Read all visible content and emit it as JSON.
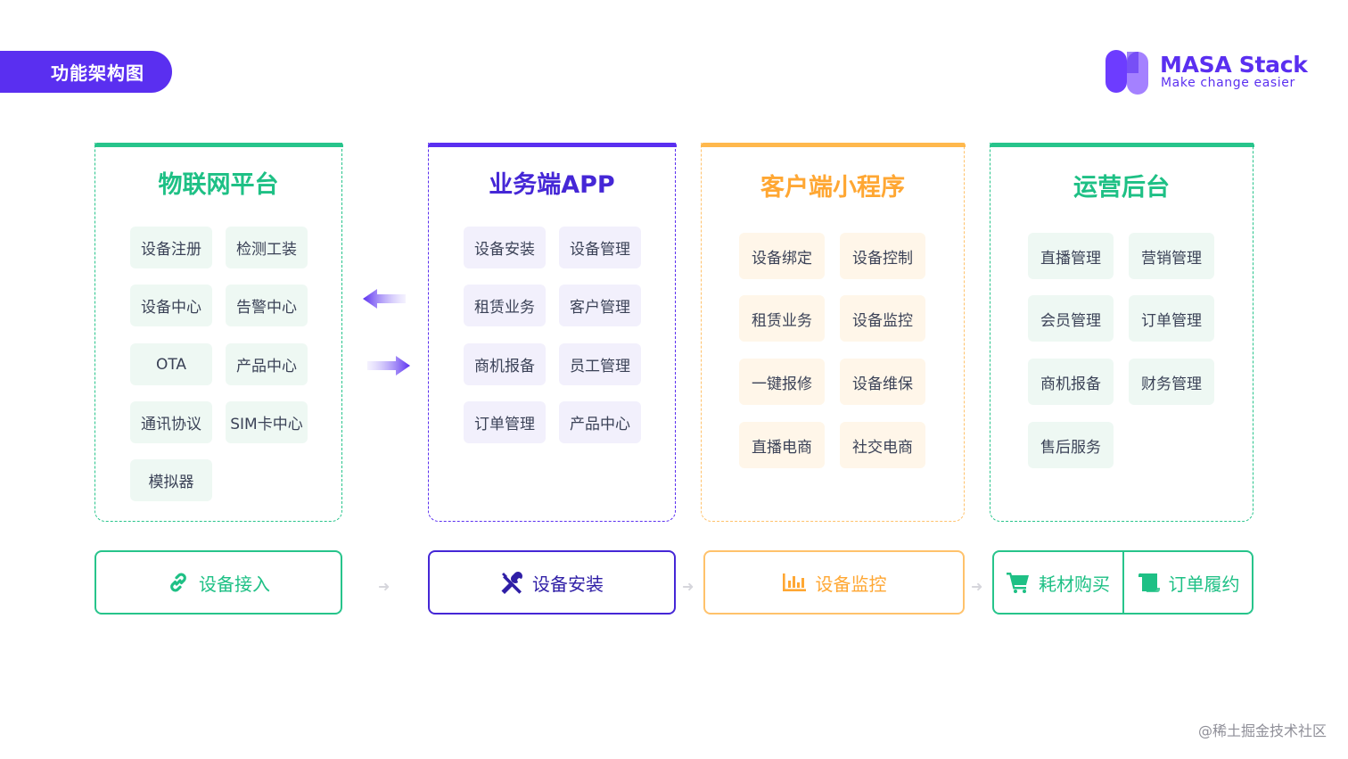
{
  "header": {
    "title": "功能架构图"
  },
  "logo": {
    "name": "MASA Stack",
    "slogan": "Make change easier"
  },
  "colors": {
    "brand": "#5a2ff0",
    "green": "#27c48b",
    "orange": "#ffb84d"
  },
  "panels": [
    {
      "title": "物联网平台",
      "items": [
        "设备注册",
        "检测工装",
        "设备中心",
        "告警中心",
        "OTA",
        "产品中心",
        "通讯协议",
        "SIM卡中心",
        "模拟器"
      ]
    },
    {
      "title": "业务端APP",
      "items": [
        "设备安装",
        "设备管理",
        "租赁业务",
        "客户管理",
        "商机报备",
        "员工管理",
        "订单管理",
        "产品中心"
      ]
    },
    {
      "title": "客户端小程序",
      "items": [
        "设备绑定",
        "设备控制",
        "租赁业务",
        "设备监控",
        "一键报修",
        "设备维保",
        "直播电商",
        "社交电商"
      ]
    },
    {
      "title": "运营后台",
      "items": [
        "直播管理",
        "营销管理",
        "会员管理",
        "订单管理",
        "商机报备",
        "财务管理",
        "售后服务"
      ]
    }
  ],
  "flow": {
    "step1": {
      "label": "设备接入",
      "icon": "link-icon"
    },
    "step2": {
      "label": "设备安装",
      "icon": "tools-icon"
    },
    "step3": {
      "label": "设备监控",
      "icon": "bar-chart-icon"
    },
    "step4a": {
      "label": "耗材购买",
      "icon": "cart-icon"
    },
    "step4b": {
      "label": "订单履约",
      "icon": "scroll-icon"
    },
    "arrow": "➜"
  },
  "watermark": "@稀土掘金技术社区"
}
